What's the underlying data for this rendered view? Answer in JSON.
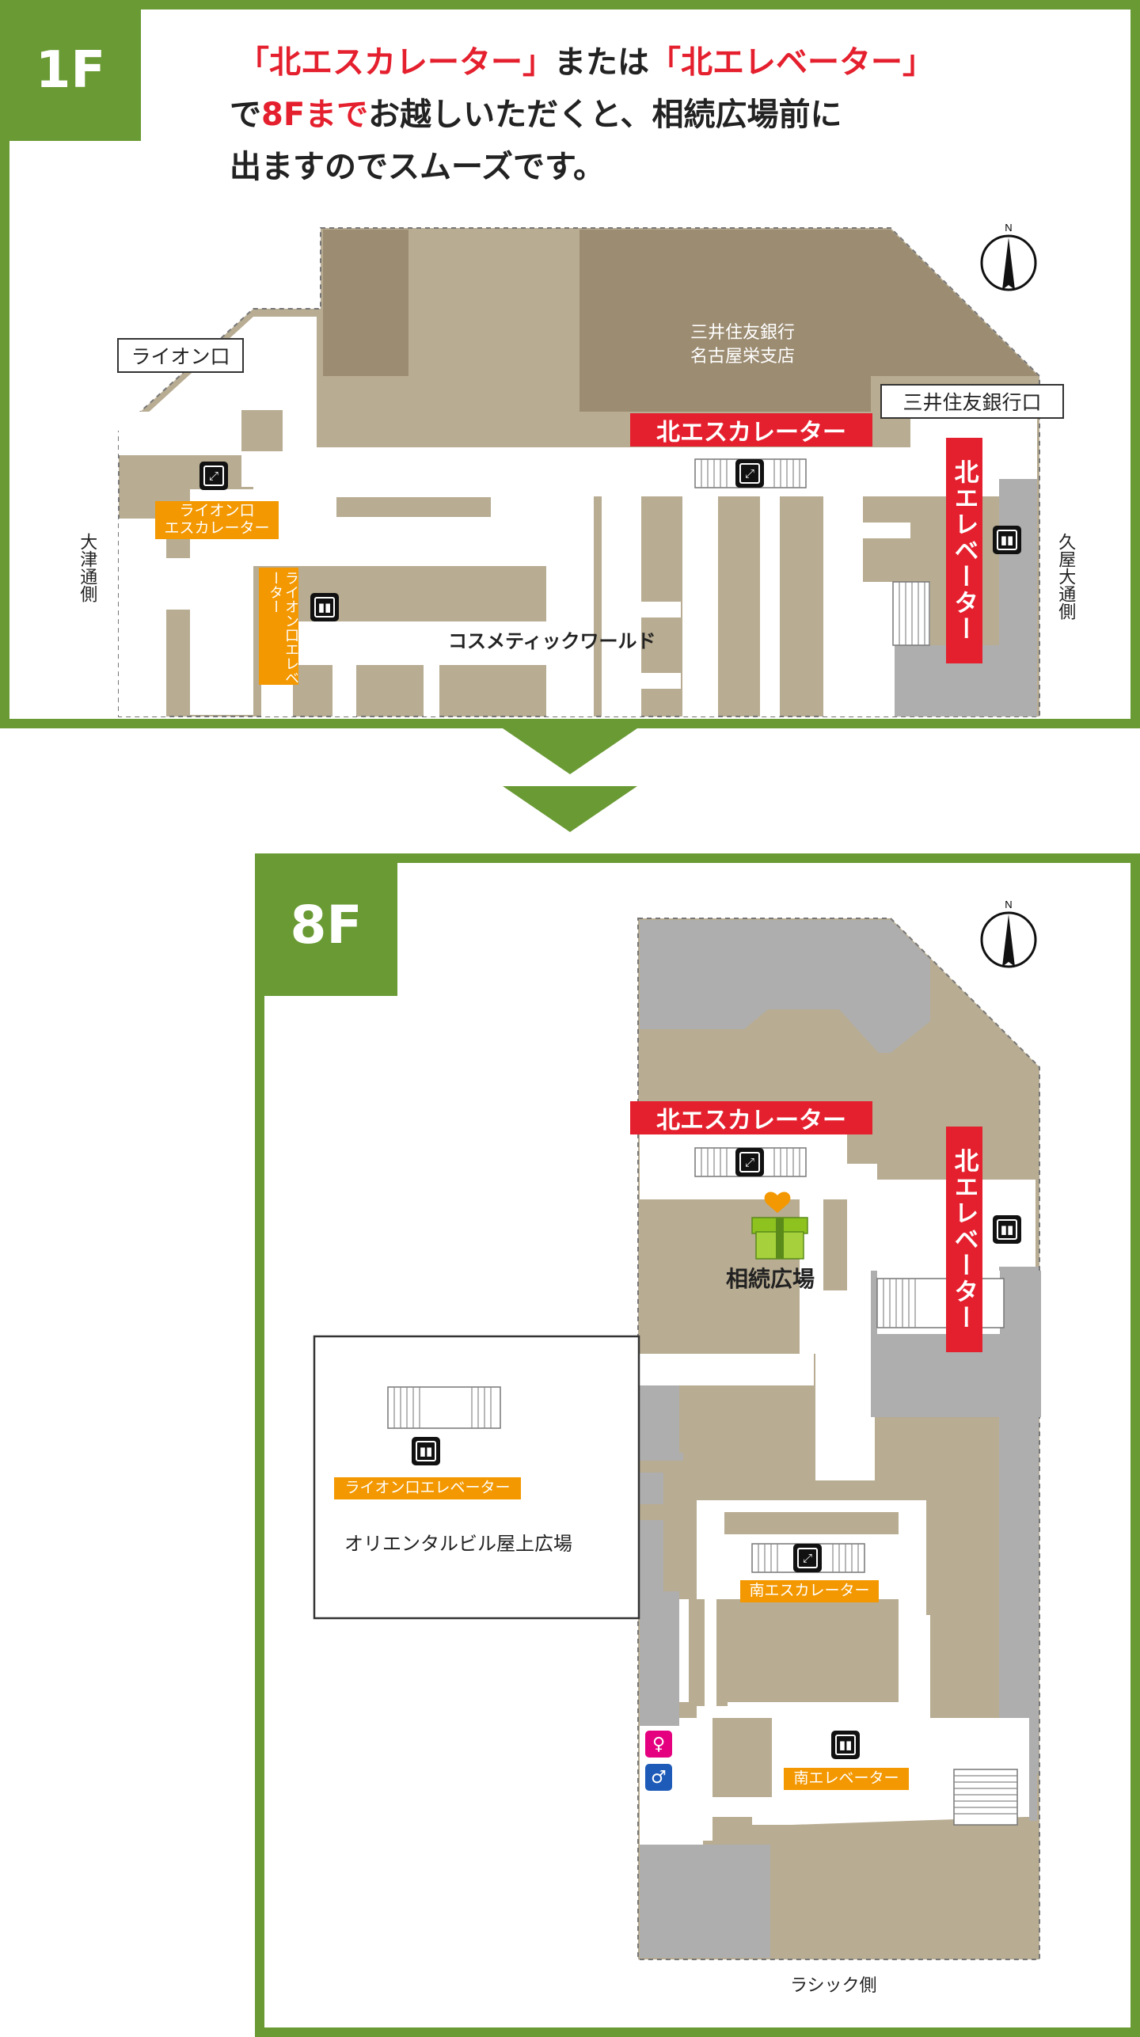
{
  "floor1": {
    "tag": "1F",
    "header": {
      "l1_a": "「北エスカレーター」",
      "l1_b": "または",
      "l1_c": "「北エレベーター」",
      "l2_a": "で",
      "l2_b": "8Fまで",
      "l2_c": "お越しいただくと、相続広場前に",
      "l3": "出ますのでスムーズです。"
    },
    "lion_gate": "ライオン口",
    "mitsui_bank_l1": "三井住友銀行",
    "mitsui_bank_l2": "名古屋栄支店",
    "mitsui_gate": "三井住友銀行口",
    "north_escalator": "北エスカレーター",
    "north_elevator": "北エレベーター",
    "lion_escalator_l1": "ライオン口",
    "lion_escalator_l2": "エスカレーター",
    "lion_elevator": "ライオン口エレベーター",
    "cosmetic_world": "コスメティックワールド",
    "otsu_side": "大津通側",
    "hisaya_side": "久屋大通側",
    "north_mark": "N"
  },
  "floor8": {
    "tag": "8F",
    "north_escalator": "北エスカレーター",
    "north_elevator": "北エレベーター",
    "plaza": "相続広場",
    "lion_elevator": "ライオン口エレベーター",
    "oriental_rooftop": "オリエンタルビル屋上広場",
    "south_escalator": "南エスカレーター",
    "south_elevator": "南エレベーター",
    "lachic_side": "ラシック側",
    "north_mark": "N"
  },
  "icons": {
    "escalator": "escalator-icon",
    "elevator": "elevator-icon",
    "gift": "gift-heart-icon",
    "toilet_female": "female-restroom-icon",
    "toilet_male": "male-restroom-icon"
  },
  "colors": {
    "frame_green": "#6a9a34",
    "label_red": "#e5202e",
    "label_orange": "#f39800",
    "store_tan": "#b8ac92",
    "store_dark": "#9c8c72",
    "area_gray": "#aeaeae",
    "toilet_female": "#e4007f",
    "toilet_male": "#1e5bb8"
  }
}
